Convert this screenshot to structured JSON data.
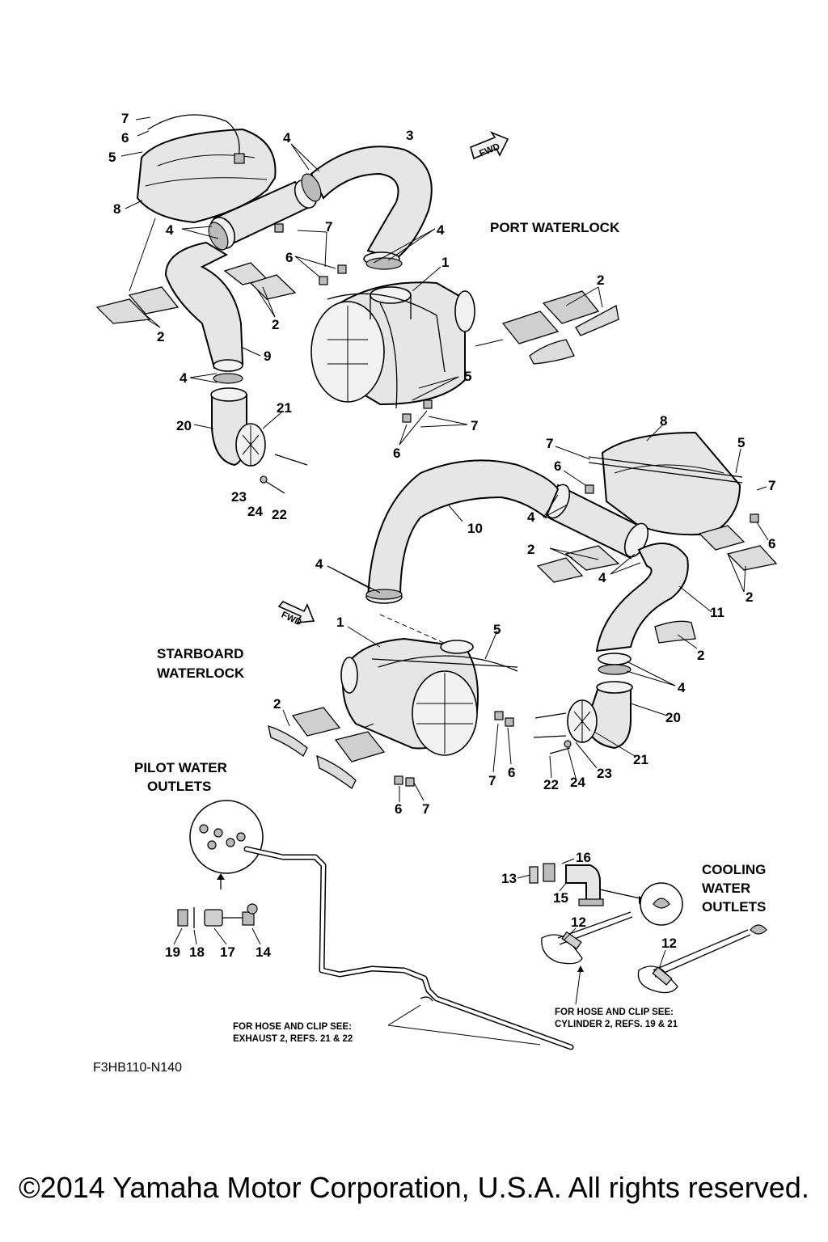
{
  "diagram": {
    "titles": {
      "port": "PORT WATERLOCK",
      "starboard_1": "STARBOARD",
      "starboard_2": "WATERLOCK",
      "pilot_1": "PILOT WATER",
      "pilot_2": "OUTLETS",
      "cooling_1": "COOLING",
      "cooling_2": "WATER",
      "cooling_3": "OUTLETS"
    },
    "fwd_label": "FWD",
    "notes": {
      "exhaust_1": "FOR HOSE AND CLIP SEE:",
      "exhaust_2": "EXHAUST 2, REFS. 21 & 22",
      "cylinder_1": "FOR HOSE AND CLIP SEE:",
      "cylinder_2": "CYLINDER 2, REFS. 19 & 21"
    },
    "figure_code": "F3HB110-N140",
    "callouts": {
      "p7a": "7",
      "p6a": "6",
      "p5a": "5",
      "p8a": "8",
      "p4a": "4",
      "p3": "3",
      "p4b": "4",
      "p7b": "7",
      "p4c": "4",
      "p6b": "6",
      "p1a": "1",
      "p2a": "2",
      "p2b": "2",
      "p2c": "2",
      "p9": "9",
      "p4d": "4",
      "p5b": "5",
      "p21a": "21",
      "p20a": "20",
      "p7c": "7",
      "p6c": "6",
      "p23a": "23",
      "p24a": "24",
      "p22a": "22",
      "p8b": "8",
      "p7d": "7",
      "p5c": "5",
      "p6d": "6",
      "p7e": "7",
      "p6e": "6",
      "p4e": "4",
      "p10": "10",
      "p2d": "2",
      "p4f": "4",
      "p2e": "2",
      "p4g": "4",
      "p11": "11",
      "p1b": "1",
      "p5d": "5",
      "p2f": "2",
      "p4h": "4",
      "p2g": "2",
      "p20b": "20",
      "p7f": "7",
      "p6f": "6",
      "p21b": "21",
      "p22b": "22",
      "p24b": "24",
      "p23b": "23",
      "p6g": "6",
      "p7g": "7",
      "p19": "19",
      "p18": "18",
      "p17": "17",
      "p14": "14",
      "p13": "13",
      "p16": "16",
      "p15": "15",
      "p12a": "12",
      "p12b": "12"
    }
  },
  "copyright": "©2014 Yamaha Motor Corporation, U.S.A. All rights reserved."
}
